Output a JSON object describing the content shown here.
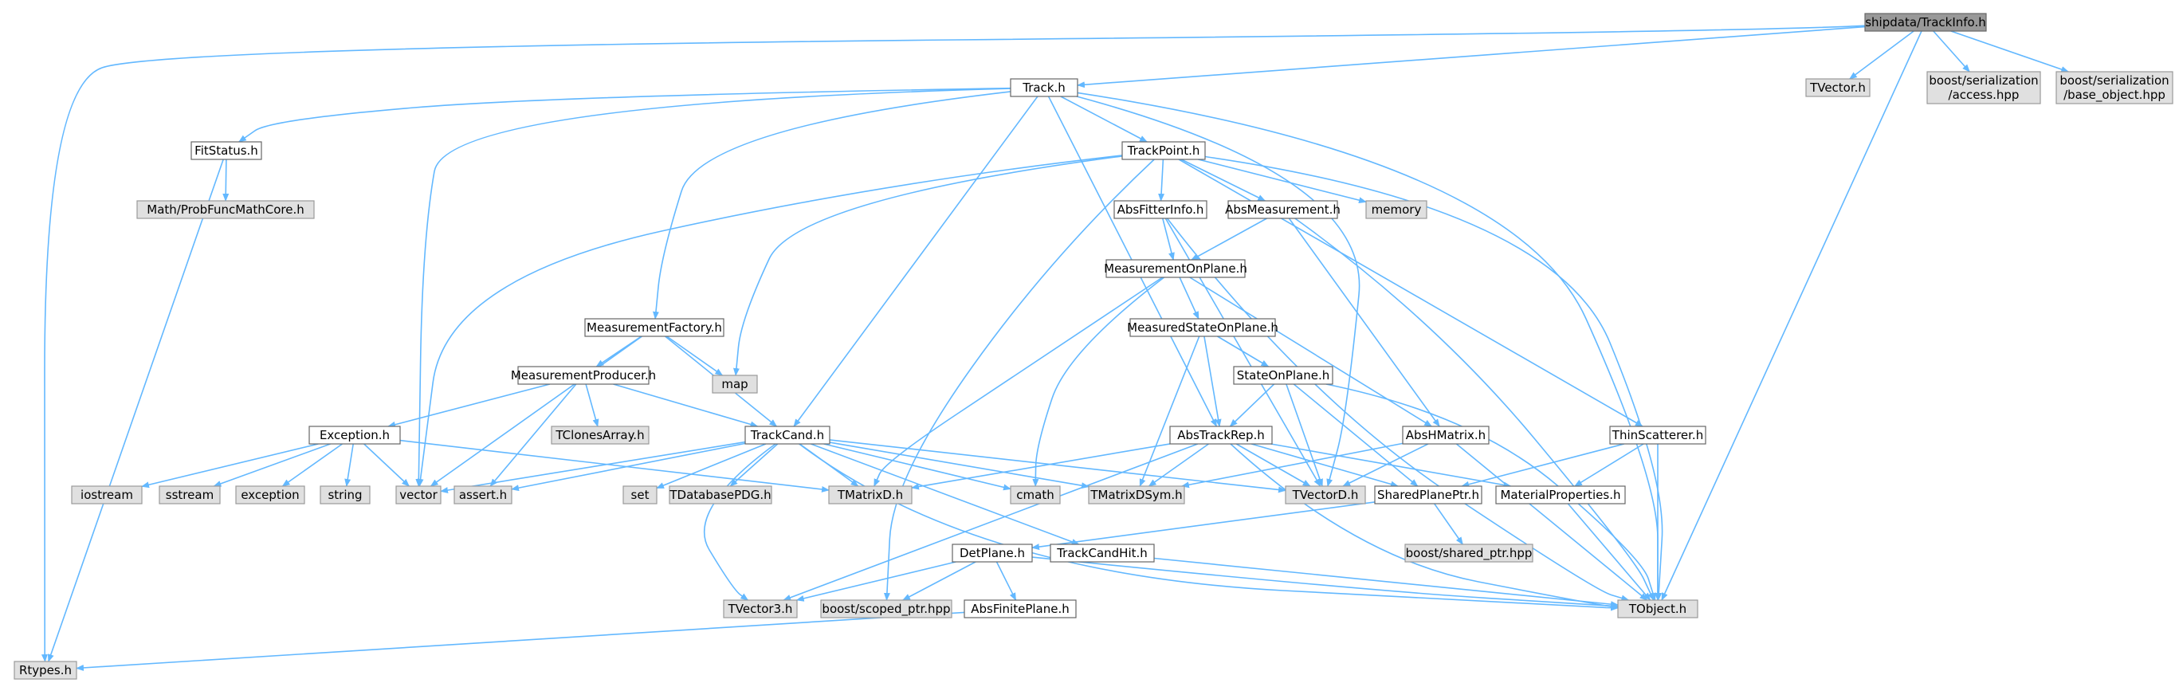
{
  "colors": {
    "edge": "#63b8ff",
    "root_fill": "#999999",
    "root_stroke": "#666666",
    "doc_fill": "#ffffff",
    "doc_stroke": "#666666",
    "ext_fill": "#e0e0e0",
    "ext_stroke": "#999999",
    "text": "#000000"
  },
  "nodes": [
    {
      "id": "root",
      "kind": "root",
      "lines": [
        "shipdata/TrackInfo.h"
      ]
    },
    {
      "id": "track",
      "kind": "doc",
      "lines": [
        "Track.h"
      ]
    },
    {
      "id": "tvector",
      "kind": "ext",
      "lines": [
        "TVector.h"
      ]
    },
    {
      "id": "boost_access",
      "kind": "ext",
      "lines": [
        "boost/serialization",
        "/access.hpp"
      ]
    },
    {
      "id": "boost_base",
      "kind": "ext",
      "lines": [
        "boost/serialization",
        "/base_object.hpp"
      ]
    },
    {
      "id": "fitstatus",
      "kind": "doc",
      "lines": [
        "FitStatus.h"
      ]
    },
    {
      "id": "mathprob",
      "kind": "ext",
      "lines": [
        "Math/ProbFuncMathCore.h"
      ]
    },
    {
      "id": "trackpoint",
      "kind": "doc",
      "lines": [
        "TrackPoint.h"
      ]
    },
    {
      "id": "absfitterinfo",
      "kind": "doc",
      "lines": [
        "AbsFitterInfo.h"
      ]
    },
    {
      "id": "absmeasurement",
      "kind": "doc",
      "lines": [
        "AbsMeasurement.h"
      ]
    },
    {
      "id": "memory",
      "kind": "ext",
      "lines": [
        "memory"
      ]
    },
    {
      "id": "measonplane",
      "kind": "doc",
      "lines": [
        "MeasurementOnPlane.h"
      ]
    },
    {
      "id": "measfactory",
      "kind": "doc",
      "lines": [
        "MeasurementFactory.h"
      ]
    },
    {
      "id": "map",
      "kind": "ext",
      "lines": [
        "map"
      ]
    },
    {
      "id": "measuredstate",
      "kind": "doc",
      "lines": [
        "MeasuredStateOnPlane.h"
      ]
    },
    {
      "id": "measproducer",
      "kind": "doc",
      "lines": [
        "MeasurementProducer.h"
      ]
    },
    {
      "id": "stateonplane",
      "kind": "doc",
      "lines": [
        "StateOnPlane.h"
      ]
    },
    {
      "id": "exception",
      "kind": "doc",
      "lines": [
        "Exception.h"
      ]
    },
    {
      "id": "tclones",
      "kind": "ext",
      "lines": [
        "TClonesArray.h"
      ]
    },
    {
      "id": "trackcand",
      "kind": "doc",
      "lines": [
        "TrackCand.h"
      ]
    },
    {
      "id": "abstrackrep",
      "kind": "doc",
      "lines": [
        "AbsTrackRep.h"
      ]
    },
    {
      "id": "abshmatrix",
      "kind": "doc",
      "lines": [
        "AbsHMatrix.h"
      ]
    },
    {
      "id": "thinscatterer",
      "kind": "doc",
      "lines": [
        "ThinScatterer.h"
      ]
    },
    {
      "id": "iostream",
      "kind": "ext",
      "lines": [
        "iostream"
      ]
    },
    {
      "id": "sstream",
      "kind": "ext",
      "lines": [
        "sstream"
      ]
    },
    {
      "id": "exceptionstd",
      "kind": "ext",
      "lines": [
        "exception"
      ]
    },
    {
      "id": "string",
      "kind": "ext",
      "lines": [
        "string"
      ]
    },
    {
      "id": "vector",
      "kind": "ext",
      "lines": [
        "vector"
      ]
    },
    {
      "id": "asserth",
      "kind": "ext",
      "lines": [
        "assert.h"
      ]
    },
    {
      "id": "set",
      "kind": "ext",
      "lines": [
        "set"
      ]
    },
    {
      "id": "tdbpdg",
      "kind": "ext",
      "lines": [
        "TDatabasePDG.h"
      ]
    },
    {
      "id": "tmatrixd",
      "kind": "ext",
      "lines": [
        "TMatrixD.h"
      ]
    },
    {
      "id": "cmath",
      "kind": "ext",
      "lines": [
        "cmath"
      ]
    },
    {
      "id": "tmatrixdsym",
      "kind": "ext",
      "lines": [
        "TMatrixDSym.h"
      ]
    },
    {
      "id": "tvectord",
      "kind": "ext",
      "lines": [
        "TVectorD.h"
      ]
    },
    {
      "id": "sharedplaneptr",
      "kind": "doc",
      "lines": [
        "SharedPlanePtr.h"
      ]
    },
    {
      "id": "materialprops",
      "kind": "doc",
      "lines": [
        "MaterialProperties.h"
      ]
    },
    {
      "id": "boostshared",
      "kind": "ext",
      "lines": [
        "boost/shared_ptr.hpp"
      ]
    },
    {
      "id": "detplane",
      "kind": "doc",
      "lines": [
        "DetPlane.h"
      ]
    },
    {
      "id": "trackcandhit",
      "kind": "doc",
      "lines": [
        "TrackCandHit.h"
      ]
    },
    {
      "id": "tvector3",
      "kind": "ext",
      "lines": [
        "TVector3.h"
      ]
    },
    {
      "id": "boostscoped",
      "kind": "ext",
      "lines": [
        "boost/scoped_ptr.hpp"
      ]
    },
    {
      "id": "tobject",
      "kind": "ext",
      "lines": [
        "TObject.h"
      ]
    },
    {
      "id": "absfiniteplane",
      "kind": "doc",
      "lines": [
        "AbsFinitePlane.h"
      ]
    },
    {
      "id": "rtypes",
      "kind": "ext",
      "lines": [
        "Rtypes.h"
      ]
    }
  ],
  "edges": [
    [
      "root",
      "track"
    ],
    [
      "root",
      "tvector"
    ],
    [
      "root",
      "boost_access"
    ],
    [
      "root",
      "boost_base"
    ],
    [
      "root",
      "tobject"
    ],
    [
      "root",
      "rtypes"
    ],
    [
      "track",
      "fitstatus"
    ],
    [
      "track",
      "trackpoint"
    ],
    [
      "track",
      "measfactory"
    ],
    [
      "track",
      "trackcand"
    ],
    [
      "track",
      "abstrackrep"
    ],
    [
      "track",
      "vector"
    ],
    [
      "track",
      "tvectord"
    ],
    [
      "track",
      "tobject"
    ],
    [
      "fitstatus",
      "mathprob"
    ],
    [
      "fitstatus",
      "rtypes"
    ],
    [
      "trackpoint",
      "absfitterinfo"
    ],
    [
      "trackpoint",
      "absmeasurement"
    ],
    [
      "trackpoint",
      "memory"
    ],
    [
      "trackpoint",
      "thinscatterer"
    ],
    [
      "trackpoint",
      "map"
    ],
    [
      "trackpoint",
      "vector"
    ],
    [
      "trackpoint",
      "boostscoped"
    ],
    [
      "trackpoint",
      "tobject"
    ],
    [
      "absfitterinfo",
      "measonplane"
    ],
    [
      "absfitterinfo",
      "tvectord"
    ],
    [
      "absfitterinfo",
      "tobject"
    ],
    [
      "absmeasurement",
      "measonplane"
    ],
    [
      "absmeasurement",
      "abshmatrix"
    ],
    [
      "absmeasurement",
      "tobject"
    ],
    [
      "measonplane",
      "measuredstate"
    ],
    [
      "measonplane",
      "abshmatrix"
    ],
    [
      "measonplane",
      "tmatrixd"
    ],
    [
      "measonplane",
      "cmath"
    ],
    [
      "measfactory",
      "measproducer"
    ],
    [
      "measfactory",
      "trackcand"
    ],
    [
      "measfactory",
      "map"
    ],
    [
      "measfactory",
      "vector"
    ],
    [
      "measuredstate",
      "stateonplane"
    ],
    [
      "measuredstate",
      "abstrackrep"
    ],
    [
      "measuredstate",
      "tmatrixdsym"
    ],
    [
      "measproducer",
      "exception"
    ],
    [
      "measproducer",
      "trackcand"
    ],
    [
      "measproducer",
      "tclones"
    ],
    [
      "measproducer",
      "asserth"
    ],
    [
      "stateonplane",
      "abstrackrep"
    ],
    [
      "stateonplane",
      "sharedplaneptr"
    ],
    [
      "stateonplane",
      "tvectord"
    ],
    [
      "stateonplane",
      "tobject"
    ],
    [
      "exception",
      "iostream"
    ],
    [
      "exception",
      "sstream"
    ],
    [
      "exception",
      "exceptionstd"
    ],
    [
      "exception",
      "string"
    ],
    [
      "exception",
      "vector"
    ],
    [
      "exception",
      "tmatrixd"
    ],
    [
      "trackcand",
      "trackcandhit"
    ],
    [
      "trackcand",
      "vector"
    ],
    [
      "trackcand",
      "asserth"
    ],
    [
      "trackcand",
      "set"
    ],
    [
      "trackcand",
      "tdbpdg"
    ],
    [
      "trackcand",
      "tmatrixd"
    ],
    [
      "trackcand",
      "cmath"
    ],
    [
      "trackcand",
      "tmatrixdsym"
    ],
    [
      "trackcand",
      "tvectord"
    ],
    [
      "trackcand",
      "tvector3"
    ],
    [
      "trackcand",
      "tobject"
    ],
    [
      "abstrackrep",
      "sharedplaneptr"
    ],
    [
      "abstrackrep",
      "materialprops"
    ],
    [
      "abstrackrep",
      "tmatrixd"
    ],
    [
      "abstrackrep",
      "tmatrixdsym"
    ],
    [
      "abstrackrep",
      "tvectord"
    ],
    [
      "abstrackrep",
      "tvector3"
    ],
    [
      "abstrackrep",
      "tobject"
    ],
    [
      "abshmatrix",
      "tmatrixdsym"
    ],
    [
      "abshmatrix",
      "tvectord"
    ],
    [
      "abshmatrix",
      "tobject"
    ],
    [
      "thinscatterer",
      "sharedplaneptr"
    ],
    [
      "thinscatterer",
      "materialprops"
    ],
    [
      "thinscatterer",
      "tobject"
    ],
    [
      "sharedplaneptr",
      "detplane"
    ],
    [
      "sharedplaneptr",
      "boostshared"
    ],
    [
      "materialprops",
      "tobject"
    ],
    [
      "detplane",
      "absfiniteplane"
    ],
    [
      "detplane",
      "tvector3"
    ],
    [
      "detplane",
      "boostscoped"
    ],
    [
      "detplane",
      "tobject"
    ],
    [
      "trackcandhit",
      "tobject"
    ],
    [
      "absfiniteplane",
      "rtypes"
    ]
  ]
}
